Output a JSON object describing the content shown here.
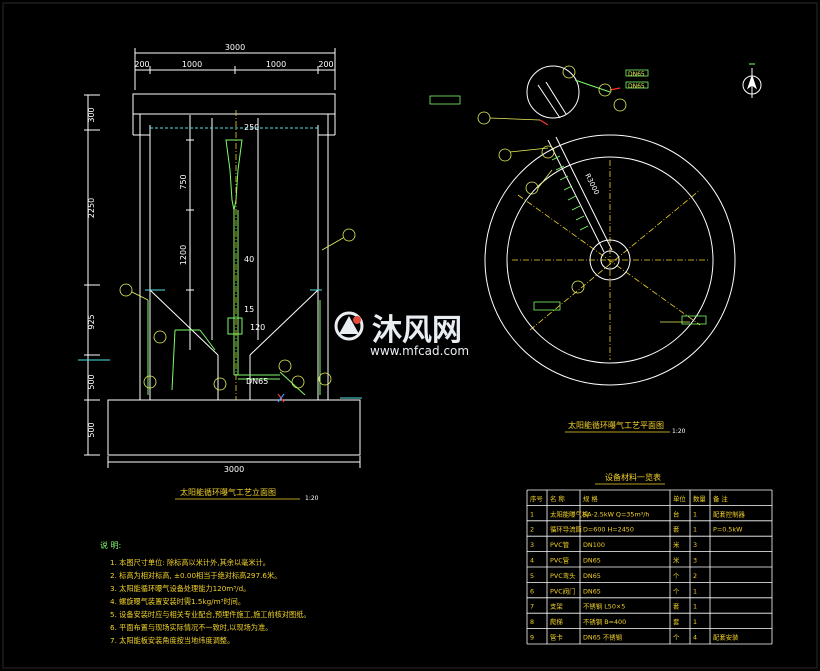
{
  "front_view": {
    "title": "太阳能循环曝气工艺立面图",
    "scale": "1:20",
    "dims_top": [
      "3000",
      "200",
      "1000",
      "1000",
      "200"
    ],
    "dims_left": [
      "300",
      "2250",
      "925",
      "500",
      "500"
    ],
    "dims_center": [
      "250",
      "750",
      "1200",
      "40",
      "15",
      "120",
      "DN65"
    ],
    "dim_bottom": "3000"
  },
  "plan_view": {
    "title": "太阳能循环曝气工艺平面图",
    "scale": "1:20",
    "labels": [
      "DN65",
      "DN65"
    ],
    "dim_radius": "R3000"
  },
  "watermark": {
    "brand": "沐风网",
    "url": "www.mfcad.com"
  },
  "notes": {
    "heading": "说 明:",
    "items": [
      "1. 本图尺寸单位: 除标高以米计外,其余以毫米计。",
      "2. 标高为相对标高, ±0.00相当于绝对标高297.6米。",
      "3. 太阳能循环曝气设备处理能力120m³/d。",
      "4. 螺旋曝气装置安装时需1.5kg/m³时间。",
      "5. 设备安装时应与相关专业配合,预埋件施工,施工前核对图纸。",
      "6. 平面布置与现场实际情况不一致时,以现场为准。",
      "7. 太阳能板安装角度按当地纬度调整。"
    ]
  },
  "equipment_table": {
    "title": "设备材料一览表",
    "headers": [
      "序号",
      "名 称",
      "规 格",
      "单位",
      "数量",
      "备 注"
    ],
    "rows": [
      [
        "1",
        "太阳能曝气机",
        "SA-2.5kW Q=35m³/h",
        "台",
        "1",
        "配套控制器"
      ],
      [
        "2",
        "循环导流筒",
        "D=600 H=2450",
        "套",
        "1",
        "P=0.5kW"
      ],
      [
        "3",
        "PVC管",
        "DN100",
        "米",
        "3",
        ""
      ],
      [
        "4",
        "PVC管",
        "DN65",
        "米",
        "3",
        ""
      ],
      [
        "5",
        "PVC弯头",
        "DN65",
        "个",
        "2",
        ""
      ],
      [
        "6",
        "PVC阀门",
        "DN65",
        "个",
        "1",
        ""
      ],
      [
        "7",
        "支架",
        "不锈钢 L50×5",
        "套",
        "1",
        ""
      ],
      [
        "8",
        "爬梯",
        "不锈钢 B=400",
        "套",
        "1",
        ""
      ],
      [
        "9",
        "管卡",
        "DN65 不锈钢",
        "个",
        "4",
        "配套安装"
      ]
    ]
  },
  "colors": {
    "background": "#000000",
    "lines": "#ffffff",
    "water": "#52e0e6",
    "pipe": "#7cfc6a",
    "text": "#f2d22a",
    "centerline": "#f2d22a",
    "label_box": "#7cfc6a",
    "accent": "#ff3030"
  }
}
